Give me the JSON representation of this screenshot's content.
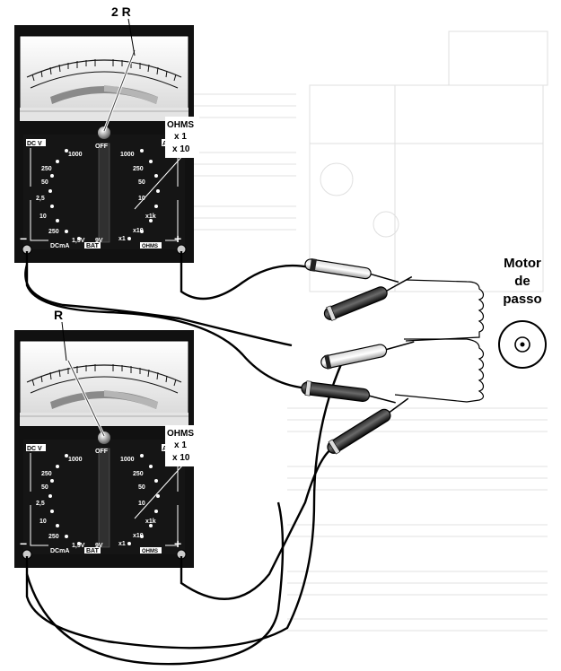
{
  "meter_top": {
    "label": "2 R",
    "range_label": "OHMS",
    "range_x1": "x 1",
    "range_x10": "x 10"
  },
  "meter_bottom": {
    "label": "R",
    "range_label": "OHMS",
    "range_x1": "x 1",
    "range_x10": "x 10"
  },
  "dial": {
    "dcv": "DC V",
    "acv": "AC V",
    "off": "OFF",
    "v1000_left": "1000",
    "v250_left": "250",
    "v50_left": "50",
    "v2_5": "2,5",
    "v1000_right": "1000",
    "v250_right": "250",
    "v50_right": "50",
    "v10_right": "10",
    "ma10": "10",
    "ma250": "250",
    "dcma": "DCmA",
    "bat15": "1,5V",
    "bat9": "9V",
    "bat": "BAT",
    "x1k": "x1k",
    "x10": "x10",
    "x1": "x1",
    "ohms_box": "OHMS"
  },
  "terminals": {
    "minus": "−",
    "plus": "+"
  },
  "motor": {
    "line1": "Motor",
    "line2": "de",
    "line3": "passo"
  }
}
